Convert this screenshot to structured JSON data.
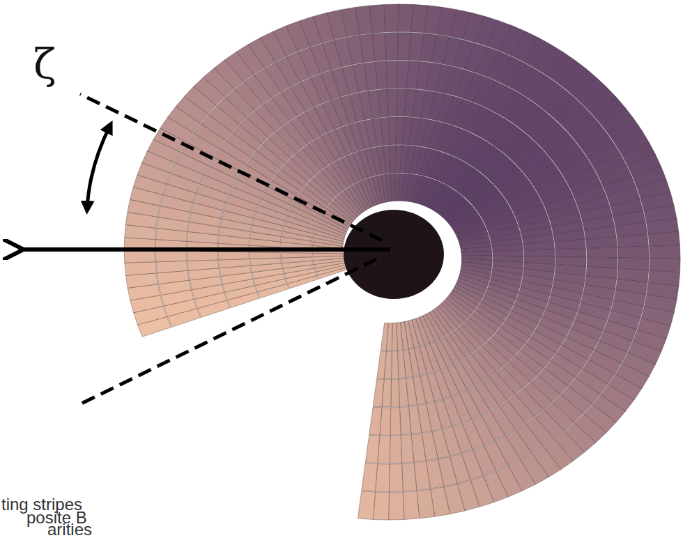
{
  "diagram": {
    "labels": [
      "ζ",
      "ting stripes",
      "posite B",
      "arities"
    ]
  }
}
